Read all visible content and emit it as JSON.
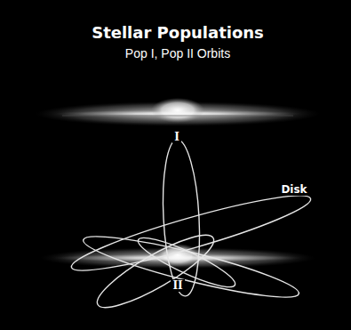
{
  "diagram": {
    "title": "Stellar Populations",
    "labels": [
      "Pop I, Pop II Orbits",
      "I",
      "Disk",
      "II"
    ]
  }
}
